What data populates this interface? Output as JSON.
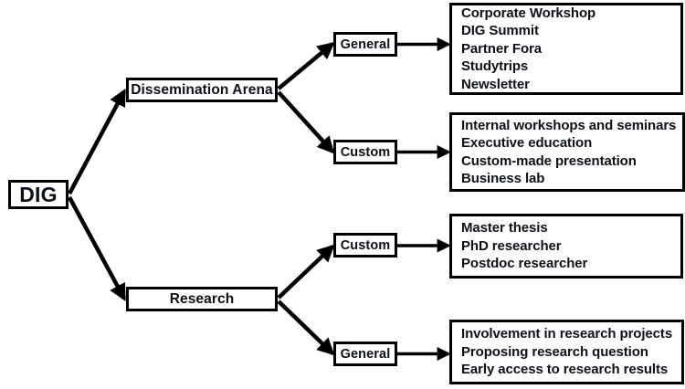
{
  "diagram": {
    "root": {
      "label": "DIG"
    },
    "branches": [
      {
        "label": "Dissemination Arena",
        "children": [
          {
            "label": "General",
            "items": [
              "Corporate Workshop",
              "DIG Summit",
              "Partner Fora",
              "Studytrips",
              "Newsletter"
            ]
          },
          {
            "label": "Custom",
            "items": [
              "Internal workshops and seminars",
              "Executive education",
              "Custom-made presentation",
              "Business lab"
            ]
          }
        ]
      },
      {
        "label": "Research",
        "children": [
          {
            "label": "Custom",
            "items": [
              "Master thesis",
              "PhD researcher",
              "Postdoc researcher"
            ]
          },
          {
            "label": "General",
            "items": [
              "Involvement in research projects",
              "Proposing research question",
              "Early access to research results"
            ]
          }
        ]
      }
    ],
    "colors": {
      "stroke": "#000000",
      "text": "#0d1117",
      "background": "#ffffff"
    }
  }
}
